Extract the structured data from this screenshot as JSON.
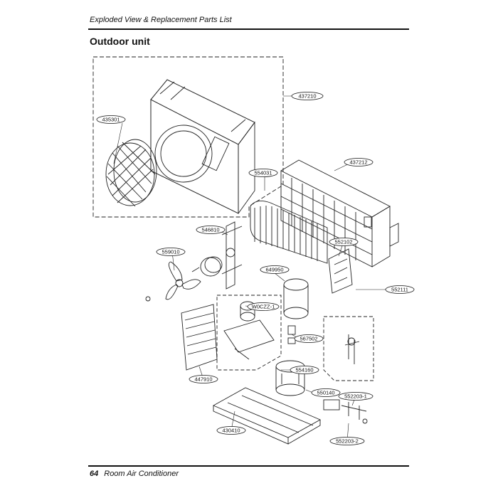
{
  "header": {
    "title": "Exploded View & Replacement Parts List"
  },
  "section": {
    "title": "Outdoor unit"
  },
  "footer": {
    "page_number": "64",
    "product": "Room Air Conditioner"
  },
  "part_labels": {
    "p437210": "437210",
    "p435301": "435301",
    "p437212": "437212",
    "p554031": "554031",
    "p546810": "546810",
    "p559010": "559010",
    "p552102": "552102",
    "p649950": "649950",
    "p552111": "552111",
    "pW0CZZ": "W0CZZ-1",
    "p567502": "567502",
    "p554160": "554160",
    "p447910": "447910",
    "p550140": "550140",
    "p552203_1": "552203-1",
    "p430410": "430410",
    "p552203_2": "552203-2"
  }
}
